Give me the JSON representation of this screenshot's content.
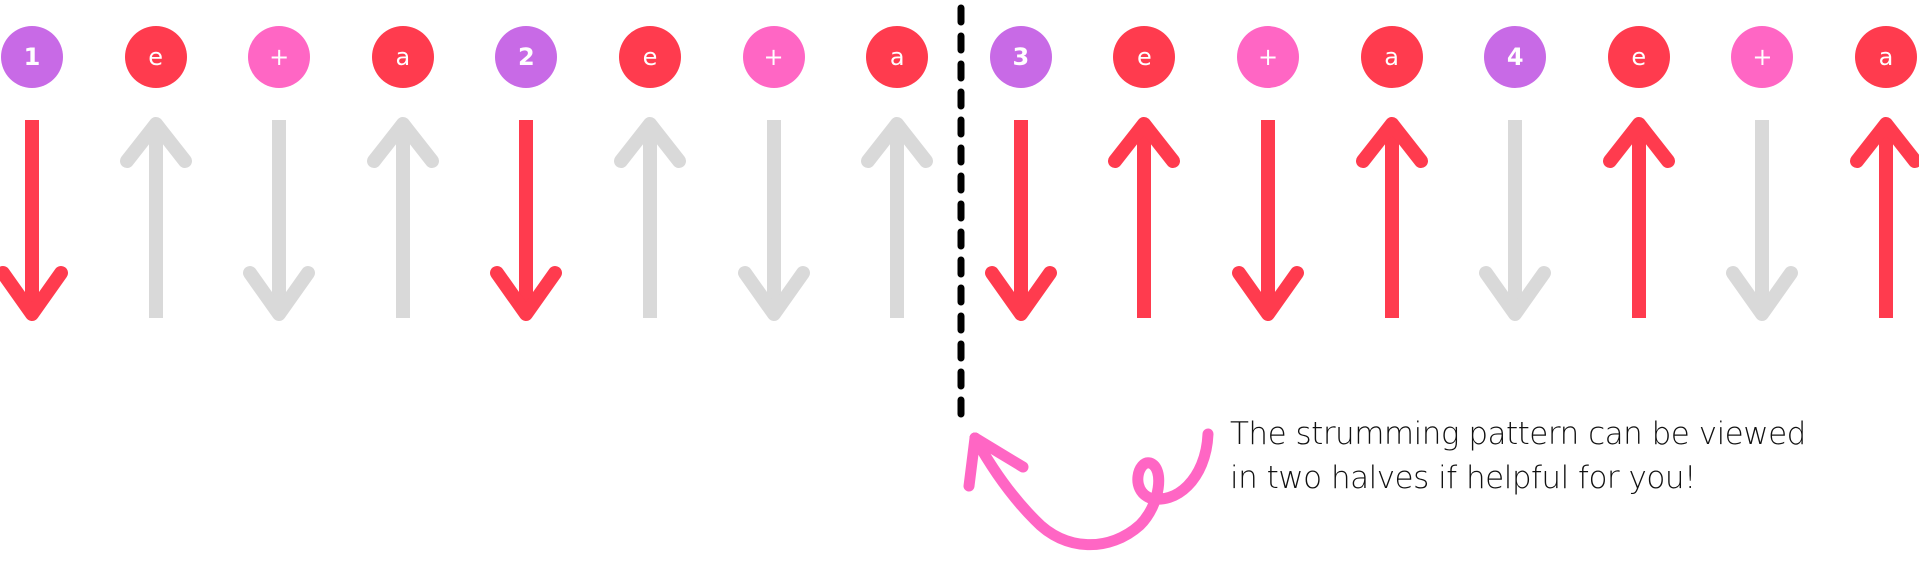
{
  "colors": {
    "number": "#c86ae6",
    "e": "#ff3b4e",
    "and": "#ff66c4",
    "a": "#ff3b4e",
    "active": "#ff3b4e",
    "inactive": "#d9d9d9",
    "note_arrow": "#ff66c4",
    "divider": "#000000"
  },
  "beats": [
    {
      "label": "1",
      "kind": "number",
      "direction": "down",
      "active": true
    },
    {
      "label": "e",
      "kind": "e",
      "direction": "up",
      "active": false
    },
    {
      "label": "+",
      "kind": "and",
      "direction": "down",
      "active": false
    },
    {
      "label": "a",
      "kind": "a",
      "direction": "up",
      "active": false
    },
    {
      "label": "2",
      "kind": "number",
      "direction": "down",
      "active": true
    },
    {
      "label": "e",
      "kind": "e",
      "direction": "up",
      "active": false
    },
    {
      "label": "+",
      "kind": "and",
      "direction": "down",
      "active": false
    },
    {
      "label": "a",
      "kind": "a",
      "direction": "up",
      "active": false
    },
    {
      "label": "3",
      "kind": "number",
      "direction": "down",
      "active": true
    },
    {
      "label": "e",
      "kind": "e",
      "direction": "up",
      "active": true
    },
    {
      "label": "+",
      "kind": "and",
      "direction": "down",
      "active": true
    },
    {
      "label": "a",
      "kind": "a",
      "direction": "up",
      "active": true
    },
    {
      "label": "4",
      "kind": "number",
      "direction": "down",
      "active": false
    },
    {
      "label": "e",
      "kind": "e",
      "direction": "up",
      "active": true
    },
    {
      "label": "+",
      "kind": "and",
      "direction": "down",
      "active": false
    },
    {
      "label": "a",
      "kind": "a",
      "direction": "up",
      "active": true
    }
  ],
  "note": {
    "line1": "The strumming pattern can be viewed",
    "line2": "in two halves if helpful for you!"
  }
}
